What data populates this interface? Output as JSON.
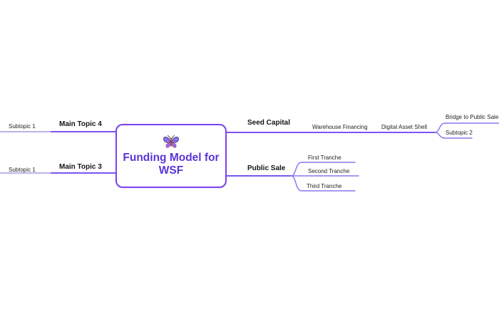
{
  "mindmap": {
    "root": {
      "title": "Funding Model for WSF",
      "icon": "butterfly-emoji"
    },
    "left": [
      {
        "label": "Main Topic 4",
        "children": [
          {
            "label": "Subtopic 1"
          }
        ]
      },
      {
        "label": "Main Topic 3",
        "children": [
          {
            "label": "Subtopic 1"
          }
        ]
      }
    ],
    "right": [
      {
        "label": "Seed Capital",
        "children": [
          {
            "label": "Warehouse Financing",
            "children": [
              {
                "label": "Digital Asset Shell",
                "children": [
                  {
                    "label": "Bridge to Public Sale"
                  },
                  {
                    "label": "Subtopic 2"
                  }
                ]
              }
            ]
          }
        ]
      },
      {
        "label": "Public Sale",
        "children": [
          {
            "label": "First Tranche"
          },
          {
            "label": "Second Tranche"
          },
          {
            "label": "Third Tranche"
          }
        ]
      }
    ]
  },
  "colors": {
    "background": "#ffffff",
    "branch_line": "#7a55ef",
    "subtopic_line": "#8f74f1",
    "left_subtopic_line": "#a49ade",
    "node_border": "#7a43f0",
    "node_title": "#5b35d8",
    "label_text": "#1f1f1f",
    "butterfly_wing": "#8d6df2",
    "butterfly_lower_wing_edge": "#c4566d",
    "butterfly_body": "#93404f"
  }
}
